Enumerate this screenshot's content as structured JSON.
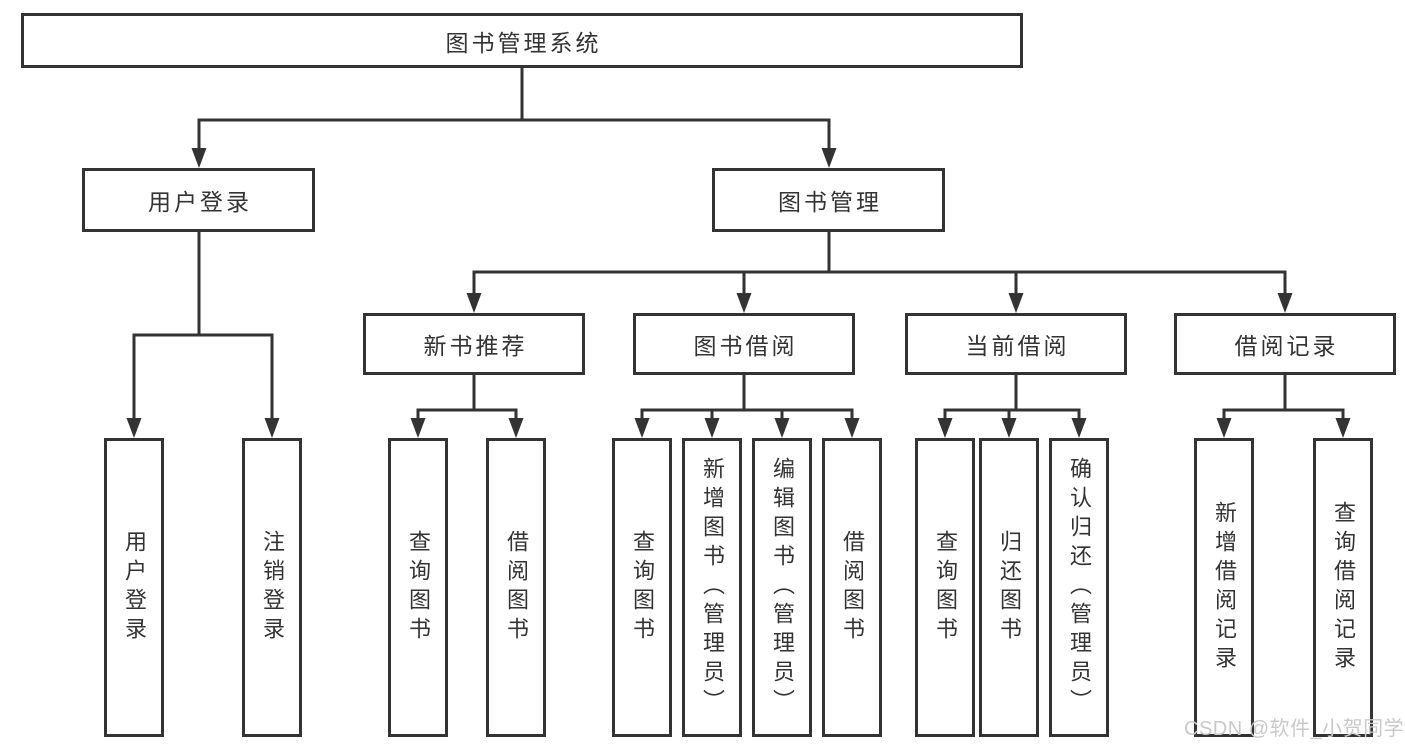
{
  "tree": {
    "root": {
      "label": "图书管理系统"
    },
    "branches": [
      {
        "label": "用户登录",
        "children": [
          {
            "label": "用户登录"
          },
          {
            "label": "注销登录"
          }
        ]
      },
      {
        "label": "图书管理",
        "children": [
          {
            "label": "新书推荐",
            "children": [
              {
                "label": "查询图书"
              },
              {
                "label": "借阅图书"
              }
            ]
          },
          {
            "label": "图书借阅",
            "children": [
              {
                "label": "查询图书"
              },
              {
                "label": "新增图书（管理员）"
              },
              {
                "label": "编辑图书（管理员）"
              },
              {
                "label": "借阅图书"
              }
            ]
          },
          {
            "label": "当前借阅",
            "children": [
              {
                "label": "查询图书"
              },
              {
                "label": "归还图书"
              },
              {
                "label": "确认归还（管理员）"
              }
            ]
          },
          {
            "label": "借阅记录",
            "children": [
              {
                "label": "新增借阅记录"
              },
              {
                "label": "查询借阅记录"
              }
            ]
          }
        ]
      }
    ]
  },
  "watermark": "CSDN @软件_小贺同学",
  "colors": {
    "line": "#333333",
    "text": "#333333",
    "watermark": "#c9c9c9",
    "background": "#ffffff"
  }
}
